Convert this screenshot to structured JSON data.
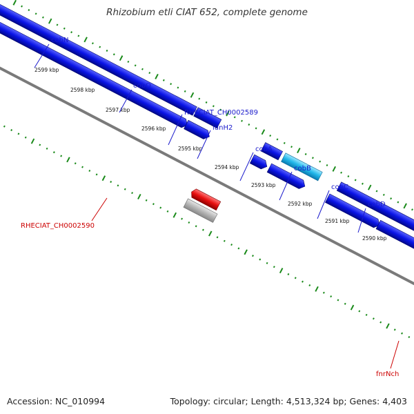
{
  "title": "Rhizobium etli CIAT 652, complete genome",
  "footer": {
    "accession": "Accession: NC_010994",
    "summary": "Topology: circular; Length: 4,513,324 bp; Genes: 4,403"
  },
  "colors": {
    "forward_gene": "#0a14e6",
    "selected_gene": "#22b8ea",
    "reverse_gene_red": "#e81010",
    "gray_gene": "#b4b4b4",
    "dark_gray_gene": "#707070",
    "green_gene": "#30c830",
    "backbone": "#7a7a7a",
    "tick": "#1a8a1a",
    "label_blue": "#1a1acc",
    "label_red": "#cc0000"
  },
  "kbp_ticks": [
    "2599 kbp",
    "2598 kbp",
    "2597 kbp",
    "2596 kbp",
    "2595 kbp",
    "2594 kbp",
    "2593 kbp",
    "2592 kbp",
    "2591 kbp",
    "2590 kbp"
  ],
  "gene_labels": {
    "cobN": "cobN",
    "cobO": "cobO",
    "ch2589": "RHECIAT_CH0002589",
    "iunH2": "iunH2",
    "cobA": "cobA",
    "cobB": "cobB",
    "cobC": "cobC",
    "cobD": "cobD",
    "ch2590": "RHECIAT_CH0002590",
    "fnrNch": "fnrNch"
  }
}
